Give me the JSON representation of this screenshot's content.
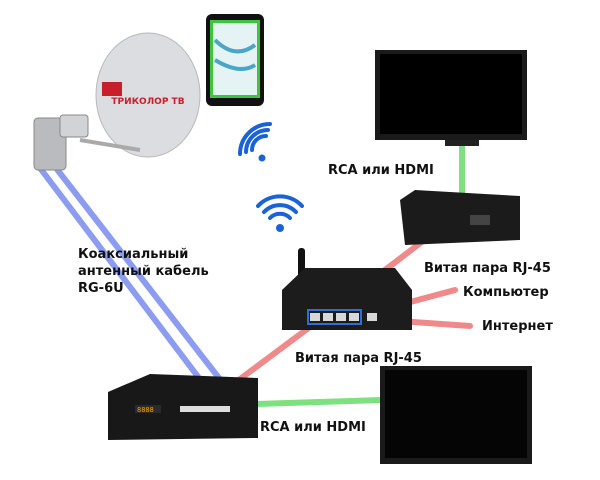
{
  "logo_text": "ТРИКОЛОР ТВ",
  "labels": {
    "top_tv_link": "RCA или HDMI",
    "coax_line1": "Коаксиальный",
    "coax_line2": "антенный кабель",
    "coax_line3": "RG-6U",
    "twisted_pair_top": "Витая пара RJ-45",
    "computer": "Компьютер",
    "internet": "Интернет",
    "twisted_pair_bottom": "Витая пара RJ-45",
    "bottom_tv_link": "RCA или HDMI"
  },
  "colors": {
    "coax": "#8c9cf0",
    "ethernet": "#f08a8a",
    "video": "#7fe07f",
    "wifi": "#1a63d6",
    "tablet_accent": "#3ec43e"
  }
}
